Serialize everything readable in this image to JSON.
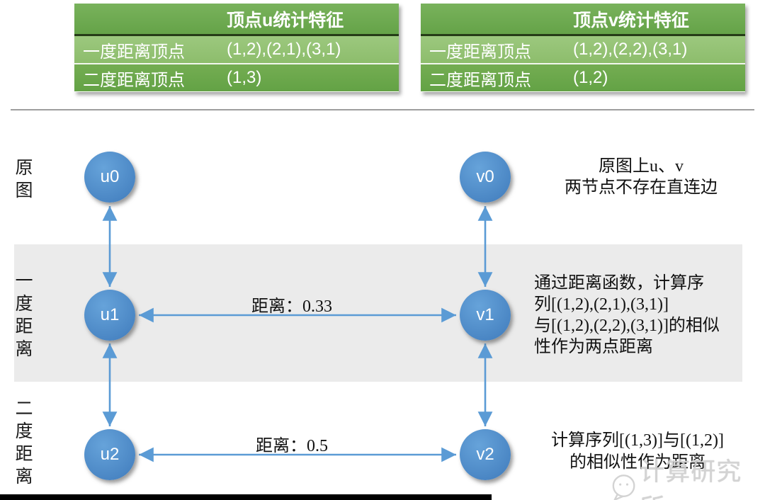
{
  "tables": [
    {
      "title": "顶点u统计特征",
      "rows": [
        {
          "label": "一度距离顶点",
          "value": "(1,2),(2,1),(3,1)"
        },
        {
          "label": "二度距离顶点",
          "value": "(1,3)"
        }
      ]
    },
    {
      "title": "顶点v统计特征",
      "rows": [
        {
          "label": "一度距离顶点",
          "value": "(1,2),(2,2),(3,1)"
        },
        {
          "label": "二度距离顶点",
          "value": "(1,2)"
        }
      ]
    }
  ],
  "bands": [
    {
      "label": "原图",
      "lines": [
        "原图上u、v",
        "两节点不存在直连边"
      ]
    },
    {
      "label": "一度距离",
      "lines": [
        "通过距离函数，计算序",
        "列[(1,2),(2,1),(3,1)]",
        "与[(1,2),(2,2),(3,1)]的相似",
        "性作为两点距离"
      ]
    },
    {
      "label": "二度距离",
      "lines": [
        "计算序列[(1,3)]与[(1,2)]",
        "的相似性作为距离"
      ]
    }
  ],
  "nodes": {
    "u0": "u0",
    "u1": "u1",
    "u2": "u2",
    "v0": "v0",
    "v1": "v1",
    "v2": "v2"
  },
  "edges": [
    {
      "label": "距离：0.33"
    },
    {
      "label": "距离：0.5"
    }
  ],
  "watermark": {
    "text": "计算研究所",
    "icon": "speech-bubble-icon"
  },
  "colors": {
    "header_green": "#65a348",
    "row_light_green": "#8dbd6c",
    "row_dark_green": "#63a245",
    "node_blue": "#4a86c4",
    "arrow_blue": "#5b9bd5",
    "band_gray": "#ebebeb"
  }
}
